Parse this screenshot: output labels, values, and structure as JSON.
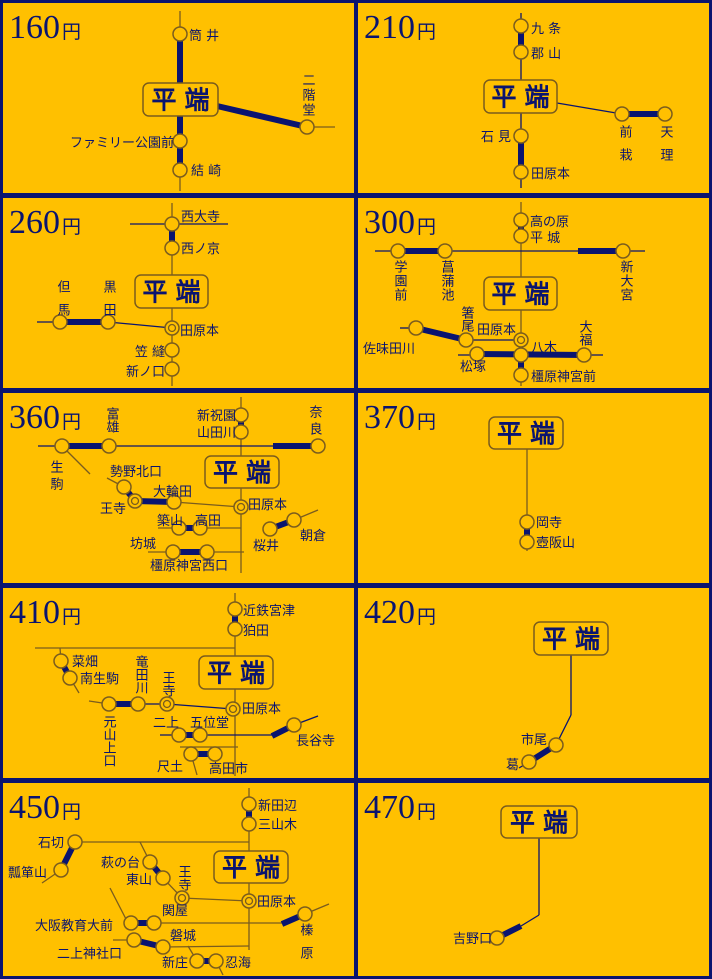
{
  "center_station": "平端",
  "currency": "円",
  "colors": {
    "background": "#FFC000",
    "line": "#0a1470",
    "border": "#7a5c1e"
  },
  "panels": [
    {
      "fare": "160",
      "labels": [
        "筒 井",
        "ファミリー公園前",
        "結 崎",
        "二階堂"
      ]
    },
    {
      "fare": "210",
      "labels": [
        "九 条",
        "郡 山",
        "石 見",
        "田原本",
        "前栽",
        "天理"
      ]
    },
    {
      "fare": "260",
      "labels": [
        "西大寺",
        "西ノ京",
        "田原本",
        "笠 縫",
        "新ノ口",
        "但馬",
        "黒田"
      ]
    },
    {
      "fare": "300",
      "labels": [
        "高の原",
        "平 城",
        "学園前",
        "菖蒲池",
        "新大宮",
        "箸尾",
        "田原本",
        "佐味田川",
        "八木",
        "松塚",
        "大福",
        "橿原神宮前"
      ]
    },
    {
      "fare": "360",
      "labels": [
        "新祝園",
        "山田川",
        "富雄",
        "奈良",
        "生駒",
        "勢野北口",
        "大輪田",
        "王寺",
        "田原本",
        "築山",
        "高田",
        "朝倉",
        "桜井",
        "坊城",
        "橿原神宮西口"
      ]
    },
    {
      "fare": "370",
      "labels": [
        "岡寺",
        "壺阪山"
      ]
    },
    {
      "fare": "410",
      "labels": [
        "近鉄宮津",
        "狛田",
        "菜畑",
        "南生駒",
        "竜田川",
        "王寺",
        "田原本",
        "元山上口",
        "二上",
        "五位堂",
        "長谷寺",
        "尺土",
        "高田市"
      ]
    },
    {
      "fare": "420",
      "labels": [
        "市尾",
        "葛"
      ]
    },
    {
      "fare": "450",
      "labels": [
        "新田辺",
        "三山木",
        "石切",
        "瓢箪山",
        "萩の台",
        "東山",
        "王寺",
        "田原本",
        "大阪教育大前",
        "関屋",
        "榛原",
        "磐城",
        "二上神社口",
        "新庄",
        "忍海"
      ]
    },
    {
      "fare": "470",
      "labels": [
        "吉野口"
      ]
    }
  ]
}
